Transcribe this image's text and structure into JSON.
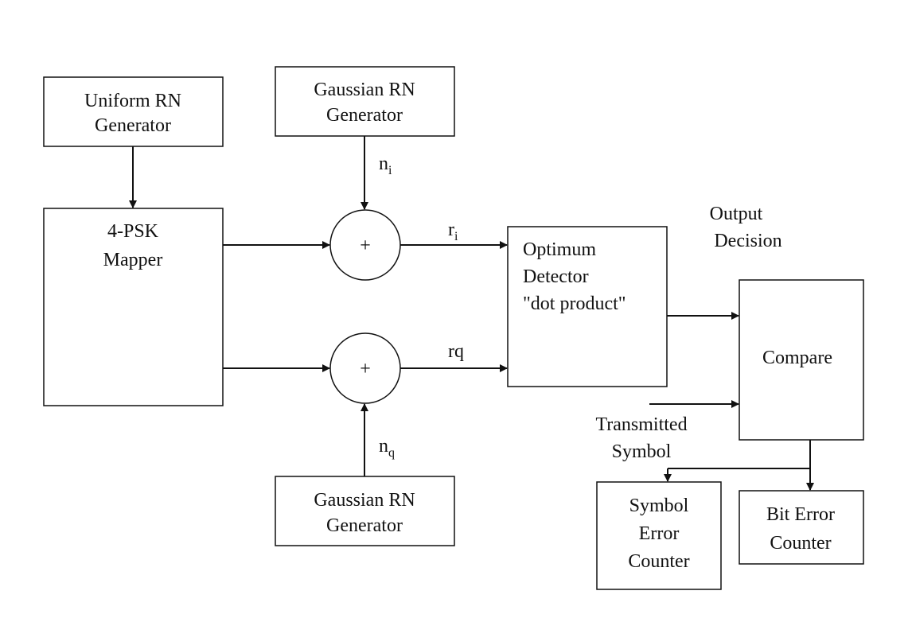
{
  "uniform_gen": {
    "line1": "Uniform RN",
    "line2": "Generator"
  },
  "gauss_top": {
    "line1": "Gaussian RN",
    "line2": "Generator"
  },
  "gauss_bottom": {
    "line1": "Gaussian RN",
    "line2": "Generator"
  },
  "mapper": {
    "line1": "4-PSK",
    "line2": "Mapper"
  },
  "adder_top": {
    "symbol": "+"
  },
  "adder_bottom": {
    "symbol": "+"
  },
  "noise_i": {
    "base": "n",
    "sub": "i"
  },
  "noise_q": {
    "base": "n",
    "sub": "q"
  },
  "signal_ri": {
    "base": "r",
    "sub": "i"
  },
  "signal_rq": {
    "label": "rq"
  },
  "detector": {
    "line1": "Optimum",
    "line2": "Detector",
    "line3": "\"dot product\""
  },
  "output_decision": {
    "line1": "Output",
    "line2": "Decision"
  },
  "compare": {
    "label": "Compare"
  },
  "transmitted_symbol": {
    "line1": "Transmitted",
    "line2": "Symbol"
  },
  "symbol_counter": {
    "line1": "Symbol",
    "line2": "Error",
    "line3": "Counter"
  },
  "bit_counter": {
    "line1": "Bit Error",
    "line2": "Counter"
  }
}
